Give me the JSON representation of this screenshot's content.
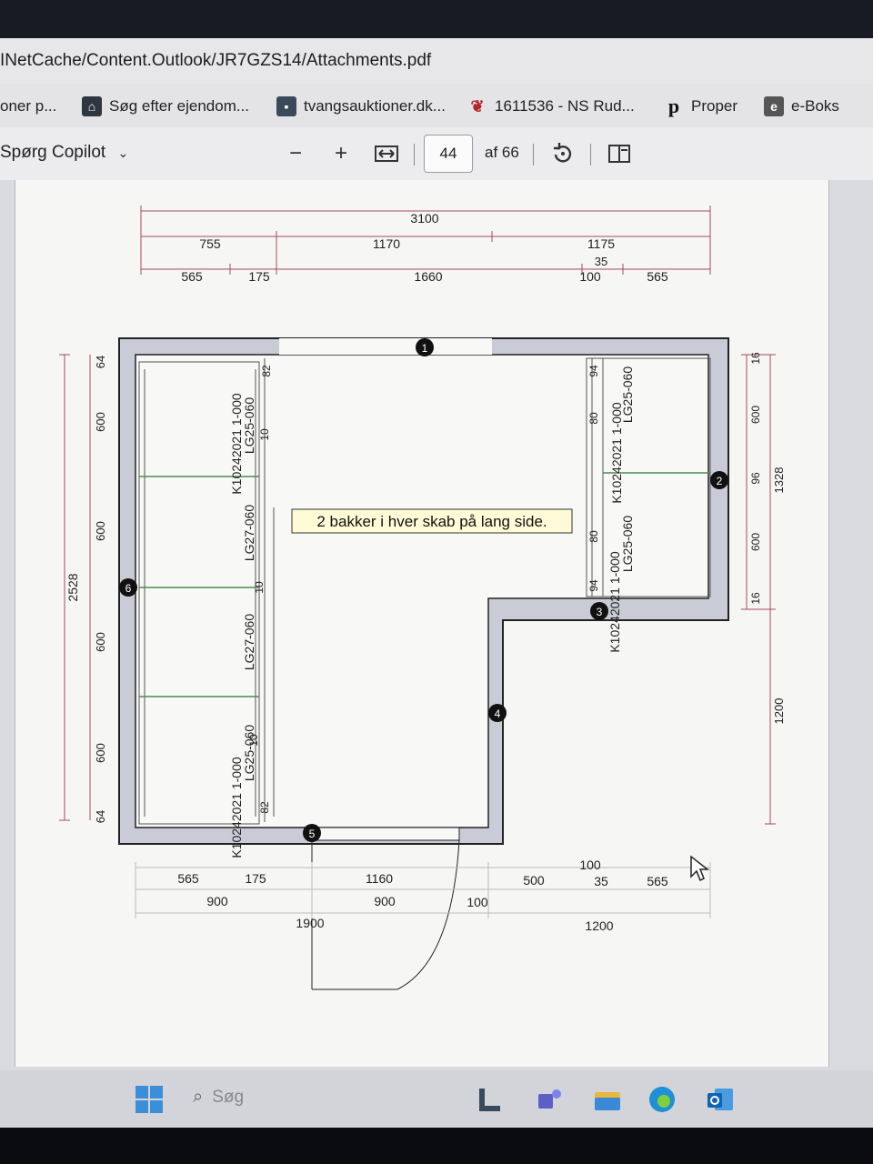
{
  "window": {
    "path": "INetCache/Content.Outlook/JR7GZS14/Attachments.pdf"
  },
  "favorites": [
    {
      "label": "oner p...",
      "icon": "none"
    },
    {
      "label": "Søg efter ejendom...",
      "icon": "house-icon",
      "color": "#2f3640"
    },
    {
      "label": "tvangsauktioner.dk...",
      "icon": "gavel-icon",
      "color": "#3a4a5a"
    },
    {
      "label": "1611536 - NS Rud...",
      "icon": "feather-icon",
      "color": "#b3262e"
    },
    {
      "label": "Proper",
      "icon": "p-letter-icon",
      "color": "#111111"
    },
    {
      "label": "e-Boks",
      "icon": "e-letter-icon",
      "color": "#555555"
    }
  ],
  "toolbar": {
    "copilot_label": "Spørg Copilot",
    "zoom_out": "−",
    "zoom_in": "+",
    "page_number": "44",
    "page_total": "af 66"
  },
  "plan": {
    "note": "2 bakker i hver skab på lang side.",
    "top_dims": {
      "total": "3100",
      "row2": [
        "755",
        "1170",
        "1175"
      ],
      "row3": [
        "565",
        "175",
        "1660",
        "35",
        "100",
        "565"
      ]
    },
    "left_dims": {
      "total": "2528",
      "segments": [
        "64",
        "600",
        "600",
        "600",
        "600",
        "64"
      ]
    },
    "right_dims": {
      "upper": [
        "16",
        "600",
        "96",
        "600",
        "16"
      ],
      "upper_total": "1328",
      "lower": "1200"
    },
    "bottom_dims": {
      "row1": [
        "565",
        "175",
        "1160",
        "500",
        "100",
        "35",
        "565"
      ],
      "row2": [
        "900",
        "900",
        "100",
        "1200"
      ],
      "row3": [
        "1900"
      ]
    },
    "left_cabinets": {
      "code_top": "K10242021 1-000",
      "lg1": "LG25-060",
      "lg2": "LG27-060",
      "lg3": "LG27-060",
      "lg4": "LG25-060",
      "code_bottom": "K10242021 1-000",
      "inner": [
        "82",
        "10",
        "10",
        "10",
        "82"
      ]
    },
    "right_cabinets": {
      "code1": "K10242021 1-000",
      "code2": "K10242021 1-000",
      "lg1": "LG25-060",
      "lg2": "LG25-060",
      "inner": [
        "94",
        "80",
        "80",
        "94"
      ]
    },
    "markers": [
      "1",
      "2",
      "3",
      "4",
      "5",
      "6"
    ]
  },
  "taskbar": {
    "search_label": "Søg"
  }
}
